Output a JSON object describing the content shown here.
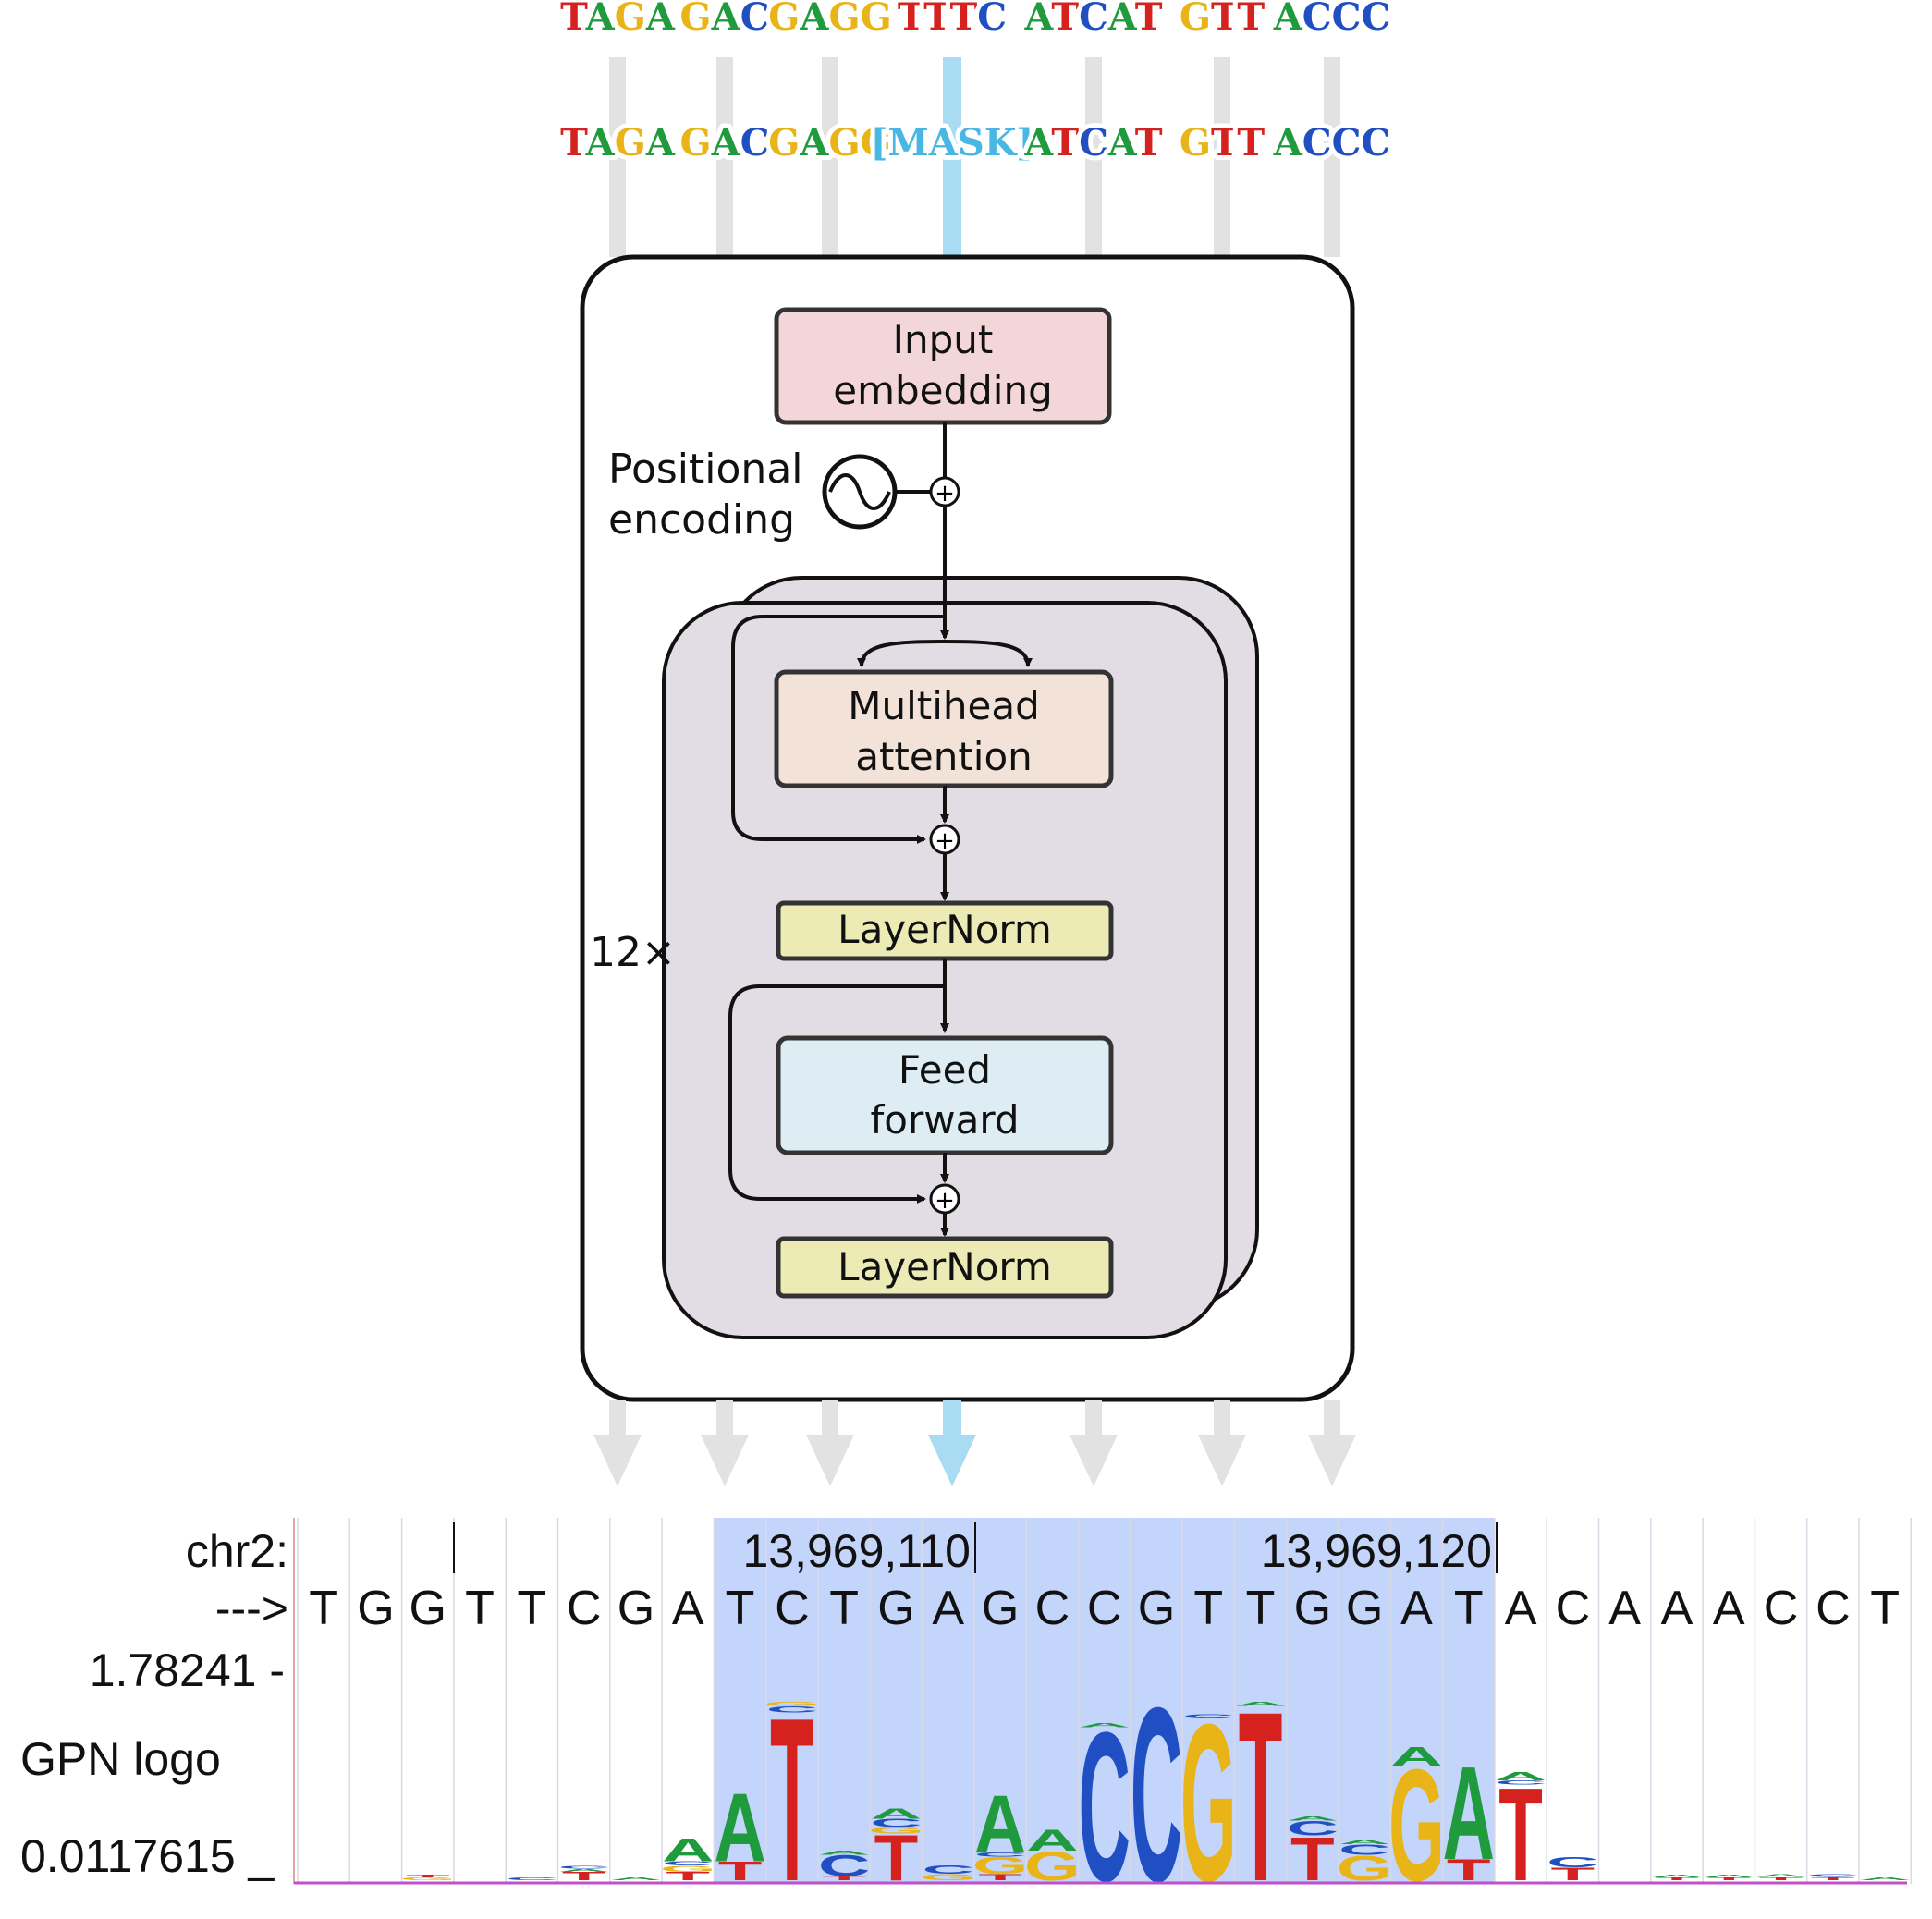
{
  "colors": {
    "A": "#1f9a3c",
    "C": "#1f4fc2",
    "G": "#e8b417",
    "T": "#d6221f",
    "mask": "#49b7e3",
    "track_gray": "#e2e2e2",
    "mask_track": "#a9dcf2",
    "embedding_fill": "#f3d6d8",
    "attention_fill": "#f2e2d8",
    "layernorm_fill": "#ecebb6",
    "feedforward_fill": "#ddedf3",
    "block_fill": "#e2dde4",
    "highlight": "#c4d5fb",
    "track_magenta": "#c050c8"
  },
  "tokens_input": [
    "TAGA",
    "GAC",
    "GAGG",
    "TTTC",
    "ATCAT",
    "GTT",
    "ACCC"
  ],
  "tokens_masked": [
    "TAGA",
    "GAC",
    "GAGG",
    "[MASK]",
    "ATCAT",
    "GTT",
    "ACCC"
  ],
  "masked_index": 3,
  "model": {
    "input_embedding": "Input embedding",
    "positional_encoding": "Positional encoding",
    "multihead_attention": "Multihead attention",
    "layernorm_1": "LayerNorm",
    "feed_forward": "Feed forward",
    "layernorm_2": "LayerNorm",
    "repeat": "12×"
  },
  "browser": {
    "chrom_label": "chr2:",
    "strand_label": "--->",
    "coord_1": "13,969,110",
    "coord_2": "13,969,120",
    "sequence": [
      "T",
      "G",
      "G",
      "T",
      "T",
      "C",
      "G",
      "A",
      "T",
      "C",
      "T",
      "G",
      "A",
      "G",
      "C",
      "C",
      "G",
      "T",
      "T",
      "G",
      "G",
      "A",
      "T",
      "A",
      "C",
      "A",
      "A",
      "A",
      "C",
      "C",
      "T"
    ],
    "highlight_range": [
      8,
      22
    ],
    "max_label": "1.78241 -",
    "track_label": "GPN logo",
    "min_label": "0.0117615 _"
  },
  "logo": [
    {
      "stack": []
    },
    {
      "stack": []
    },
    {
      "stack": [
        [
          "G",
          0.006
        ],
        [
          "T",
          0.006
        ]
      ]
    },
    {
      "stack": []
    },
    {
      "stack": [
        [
          "C",
          0.01
        ]
      ]
    },
    {
      "stack": [
        [
          "T",
          0.04
        ],
        [
          "A",
          0.015
        ],
        [
          "C",
          0.01
        ]
      ]
    },
    {
      "stack": [
        [
          "A",
          0.01
        ]
      ]
    },
    {
      "stack": [
        [
          "T",
          0.04
        ],
        [
          "G",
          0.03
        ],
        [
          "C",
          0.02
        ],
        [
          "A",
          0.11
        ]
      ]
    },
    {
      "stack": [
        [
          "T",
          0.09
        ],
        [
          "A",
          0.33
        ]
      ]
    },
    {
      "stack": [
        [
          "T",
          0.79
        ],
        [
          "C",
          0.03
        ],
        [
          "G",
          0.02
        ]
      ]
    },
    {
      "stack": [
        [
          "T",
          0.02
        ],
        [
          "C",
          0.1
        ],
        [
          "A",
          0.02
        ]
      ]
    },
    {
      "stack": [
        [
          "T",
          0.22
        ],
        [
          "G",
          0.03
        ],
        [
          "C",
          0.04
        ],
        [
          "A",
          0.05
        ]
      ]
    },
    {
      "stack": [
        [
          "G",
          0.03
        ],
        [
          "C",
          0.04
        ]
      ]
    },
    {
      "stack": [
        [
          "T",
          0.03
        ],
        [
          "G",
          0.08
        ],
        [
          "C",
          0.02
        ],
        [
          "A",
          0.28
        ]
      ]
    },
    {
      "stack": [
        [
          "G",
          0.14
        ],
        [
          "A",
          0.1
        ]
      ]
    },
    {
      "stack": [
        [
          "C",
          0.72
        ],
        [
          "A",
          0.02
        ]
      ]
    },
    {
      "stack": [
        [
          "C",
          0.84
        ]
      ]
    },
    {
      "stack": [
        [
          "G",
          0.76
        ],
        [
          "C",
          0.02
        ]
      ]
    },
    {
      "stack": [
        [
          "T",
          0.82
        ],
        [
          "A",
          0.02
        ]
      ]
    },
    {
      "stack": [
        [
          "T",
          0.21
        ],
        [
          "C",
          0.07
        ],
        [
          "A",
          0.02
        ]
      ]
    },
    {
      "stack": [
        [
          "G",
          0.12
        ],
        [
          "C",
          0.05
        ],
        [
          "A",
          0.02
        ]
      ]
    },
    {
      "stack": [
        [
          "G",
          0.54
        ],
        [
          "A",
          0.09
        ]
      ]
    },
    {
      "stack": [
        [
          "T",
          0.1
        ],
        [
          "A",
          0.45
        ]
      ]
    },
    {
      "stack": [
        [
          "T",
          0.45
        ],
        [
          "C",
          0.02
        ],
        [
          "A",
          0.04
        ]
      ]
    },
    {
      "stack": [
        [
          "T",
          0.06
        ],
        [
          "C",
          0.05
        ]
      ]
    },
    {
      "stack": []
    },
    {
      "stack": [
        [
          "T",
          0.01
        ],
        [
          "A",
          0.015
        ]
      ]
    },
    {
      "stack": [
        [
          "T",
          0.01
        ],
        [
          "A",
          0.015
        ]
      ]
    },
    {
      "stack": [
        [
          "T",
          0.015
        ],
        [
          "A",
          0.015
        ]
      ]
    },
    {
      "stack": [
        [
          "T",
          0.015
        ],
        [
          "C",
          0.01
        ]
      ]
    },
    {
      "stack": [
        [
          "A",
          0.015
        ]
      ]
    }
  ]
}
